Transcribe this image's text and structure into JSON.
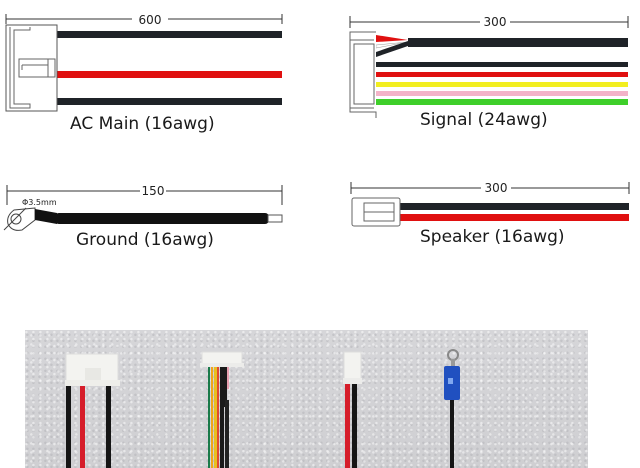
{
  "diagrams": [
    {
      "id": "ac-main",
      "title": "AC Main (16awg)",
      "length": "600",
      "wires": [
        "#1f2328",
        "#e01010",
        "#1f2328"
      ]
    },
    {
      "id": "signal",
      "title": "Signal (24awg)",
      "length": "300",
      "wires": [
        "#1f2328",
        "#1f2328",
        "#e01010",
        "#f2ee20",
        "#f3b3c8",
        "#3ecf2a"
      ]
    },
    {
      "id": "ground",
      "title": "Ground (16awg)",
      "length": "150",
      "ring_terminal": "Φ3.5mm",
      "wires": [
        "#111111"
      ]
    },
    {
      "id": "speaker",
      "title": "Speaker (16awg)",
      "length": "300",
      "wires": [
        "#1f2328",
        "#e01010"
      ]
    }
  ],
  "photo": {
    "description": "Photo of the four cable assemblies on textured white background",
    "items": [
      {
        "name": "AC Main cable",
        "wire_colors": [
          "black",
          "red",
          "black"
        ]
      },
      {
        "name": "Signal cable",
        "wire_colors": [
          "green",
          "orange",
          "yellow",
          "black",
          "pink"
        ]
      },
      {
        "name": "Speaker cable",
        "wire_colors": [
          "red",
          "black"
        ]
      },
      {
        "name": "Ground cable with blue ring terminal",
        "wire_colors": [
          "black"
        ]
      }
    ]
  }
}
